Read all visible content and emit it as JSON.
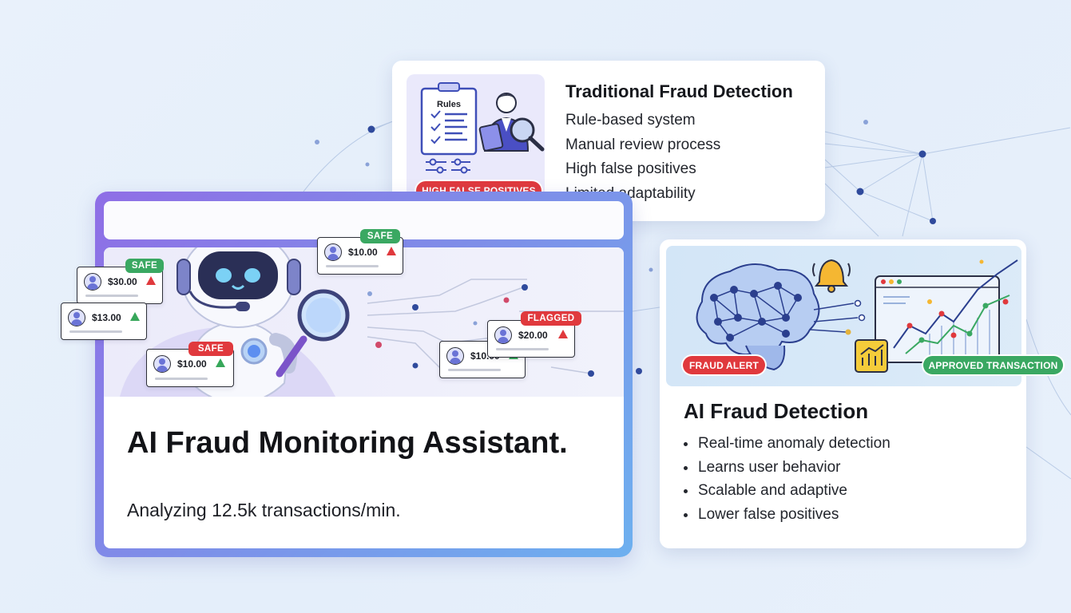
{
  "traditional": {
    "title": "Traditional Fraud Detection",
    "items": [
      "Rule-based system",
      "Manual review process",
      "High false positives",
      "Limited adaptability"
    ],
    "clipboard_label": "Rules",
    "badge": "HIGH FALSE POSITIVES"
  },
  "main": {
    "title": "AI Fraud Monitoring Assistant.",
    "subtitle": "Analyzing 12.5k transactions/min.",
    "transactions": [
      {
        "amount": "$30.00",
        "tag": "SAFE",
        "status": "warning-red"
      },
      {
        "amount": "$13.00",
        "tag": "",
        "status": "warning-green"
      },
      {
        "amount": "$10.00",
        "tag": "SAFE",
        "status": "warning-green"
      },
      {
        "amount": "$10.00",
        "tag": "SAFE",
        "status": "warning-red"
      },
      {
        "amount": "$20.00",
        "tag": "FLAGGED",
        "status": "warning-red"
      },
      {
        "amount": "$10.00",
        "tag": "",
        "status": "warning-green"
      }
    ]
  },
  "ai": {
    "title": "AI Fraud Detection",
    "items": [
      "Real-time anomaly detection",
      "Learns user behavior",
      "Scalable and adaptive",
      "Lower false positives"
    ],
    "alert_badge": "FRAUD ALERT",
    "approved_badge": "APPROVED TRANSACTION"
  },
  "colors": {
    "accent_purple": "#7f6be3",
    "accent_blue": "#6db0ef",
    "alert_red": "#e0393d",
    "safe_green": "#3aa862",
    "network_node": "#2f4a9c"
  },
  "icons": [
    "clipboard-icon",
    "magnifier-icon",
    "robot-icon",
    "brain-icon",
    "bell-icon",
    "chart-icon",
    "warning-icon",
    "user-avatar-icon"
  ]
}
